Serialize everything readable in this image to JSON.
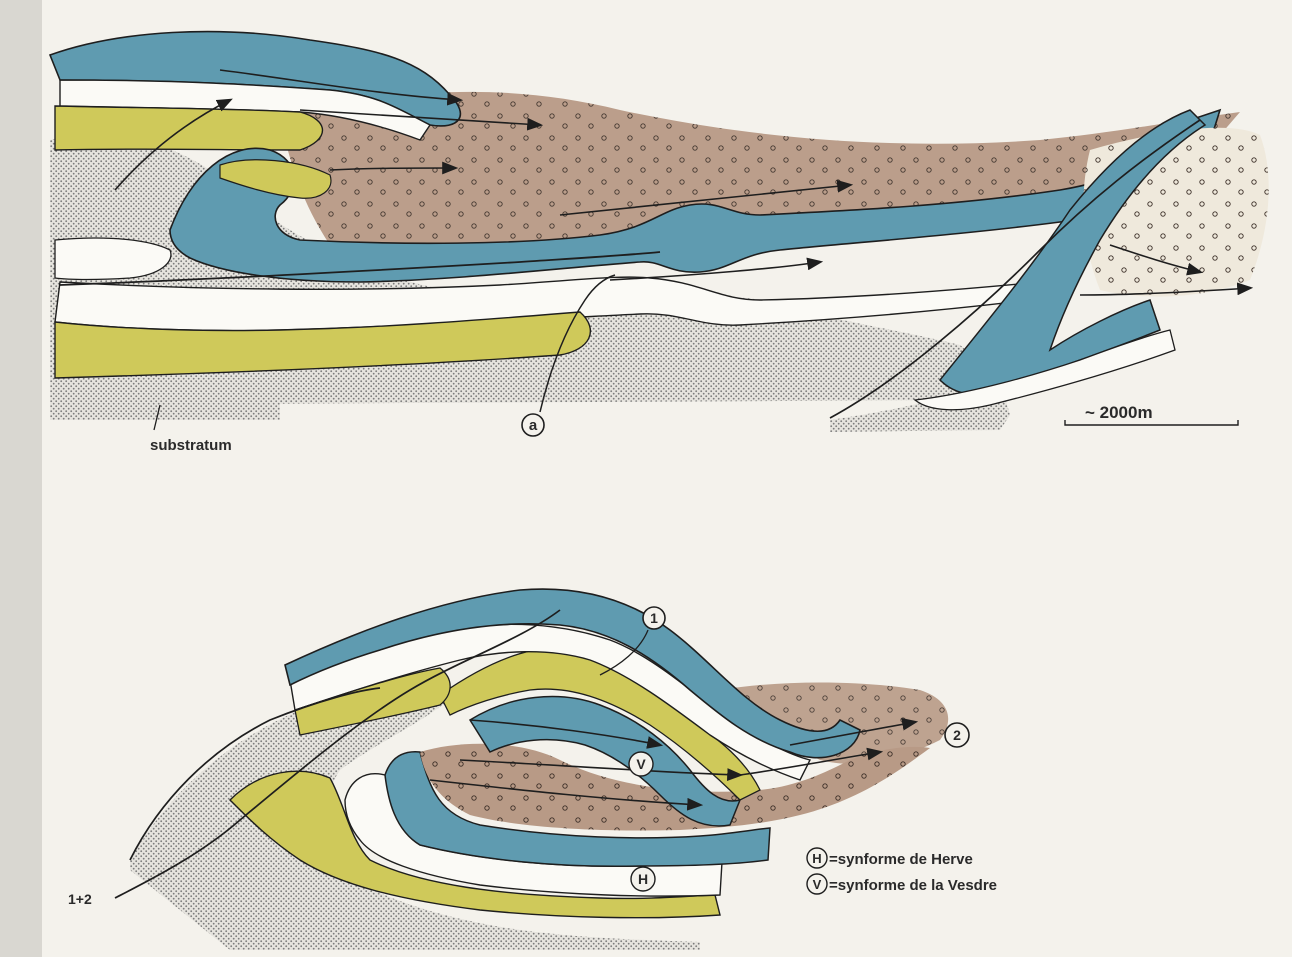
{
  "colors": {
    "paper": "#f4f2ec",
    "blue_layer": "#5f9bb0",
    "yellow_layer": "#cfc95a",
    "brown_layer": "#b7957f",
    "white_layer": "#fbfaf6",
    "stipple": "#9a9a9a",
    "outline": "#1e1e1e"
  },
  "upper_section": {
    "substratum_label": "substratum",
    "marker_a": "a",
    "scale_label": "~ 2000m"
  },
  "lower_section": {
    "marker_1": "1",
    "marker_2": "2",
    "marker_v": "V",
    "marker_h": "H",
    "fault_label": "1+2"
  },
  "legend": {
    "items": [
      {
        "symbol": "H",
        "text": "=synforme de Herve"
      },
      {
        "symbol": "V",
        "text": "=synforme de la Vesdre"
      }
    ]
  }
}
